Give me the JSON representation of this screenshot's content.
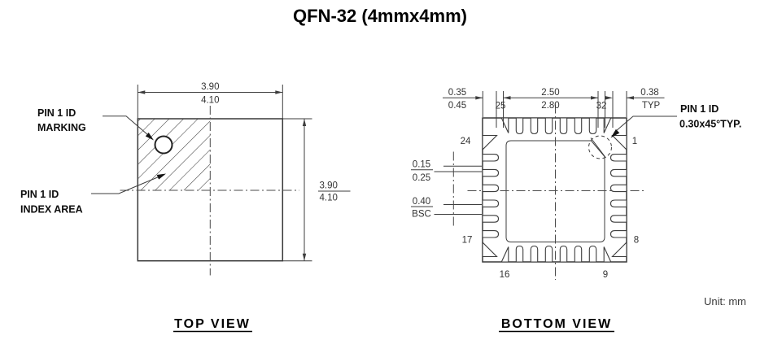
{
  "title": "QFN-32 (4mmx4mm)",
  "unit": "Unit: mm",
  "top_view": {
    "caption": "TOP VIEW",
    "marking_label_1": "PIN 1 ID",
    "marking_label_2": "MARKING",
    "index_label_1": "PIN 1 ID",
    "index_label_2": "INDEX AREA",
    "width_dim_top": "3.90",
    "width_dim_bottom": "4.10",
    "height_dim_top": "3.90",
    "height_dim_bottom": "4.10"
  },
  "bottom_view": {
    "caption": "BOTTOM VIEW",
    "edge_dim_top": "0.35",
    "edge_dim_bottom": "0.45",
    "span_dim_top": "2.50",
    "span_dim_bottom": "2.80",
    "lead_dim_top": "0.38",
    "lead_dim_bottom": "TYP",
    "gap_dim_top": "0.15",
    "gap_dim_bottom": "0.25",
    "pitch_dim_top": "0.40",
    "pitch_dim_bottom": "BSC",
    "pin1_note_1": "PIN 1 ID",
    "pin1_note_2": "0.30x45°TYP.",
    "pins": {
      "p1": "1",
      "p8": "8",
      "p9": "9",
      "p16": "16",
      "p17": "17",
      "p24": "24",
      "p25": "25",
      "p32": "32"
    }
  }
}
